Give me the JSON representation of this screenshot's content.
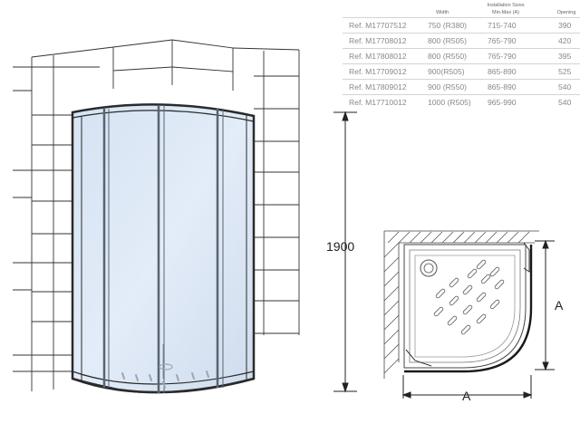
{
  "table": {
    "headers": {
      "width": "Width",
      "install_line1": "Installation Sizes",
      "install_line2": "Min-Max (A)",
      "opening": "Opening"
    },
    "rows": [
      {
        "ref": "Ref. M17707512",
        "width": "750 (R380)",
        "install": "715-740",
        "opening": "390"
      },
      {
        "ref": "Ref. M17708012",
        "width": "800 (R505)",
        "install": "765-790",
        "opening": "420"
      },
      {
        "ref": "Ref. M17808012",
        "width": "800 (R550)",
        "install": "765-790",
        "opening": "395"
      },
      {
        "ref": "Ref. M17709012",
        "width": "900(R505)",
        "install": "865-890",
        "opening": "525"
      },
      {
        "ref": "Ref. M17809012",
        "width": "900 (R550)",
        "install": "865-890",
        "opening": "540"
      },
      {
        "ref": "Ref. M17710012",
        "width": "1000 (R505)",
        "install": "965-990",
        "opening": "540"
      }
    ]
  },
  "dimensions": {
    "height": "1900",
    "side_a": "A",
    "bottom_a": "A"
  }
}
